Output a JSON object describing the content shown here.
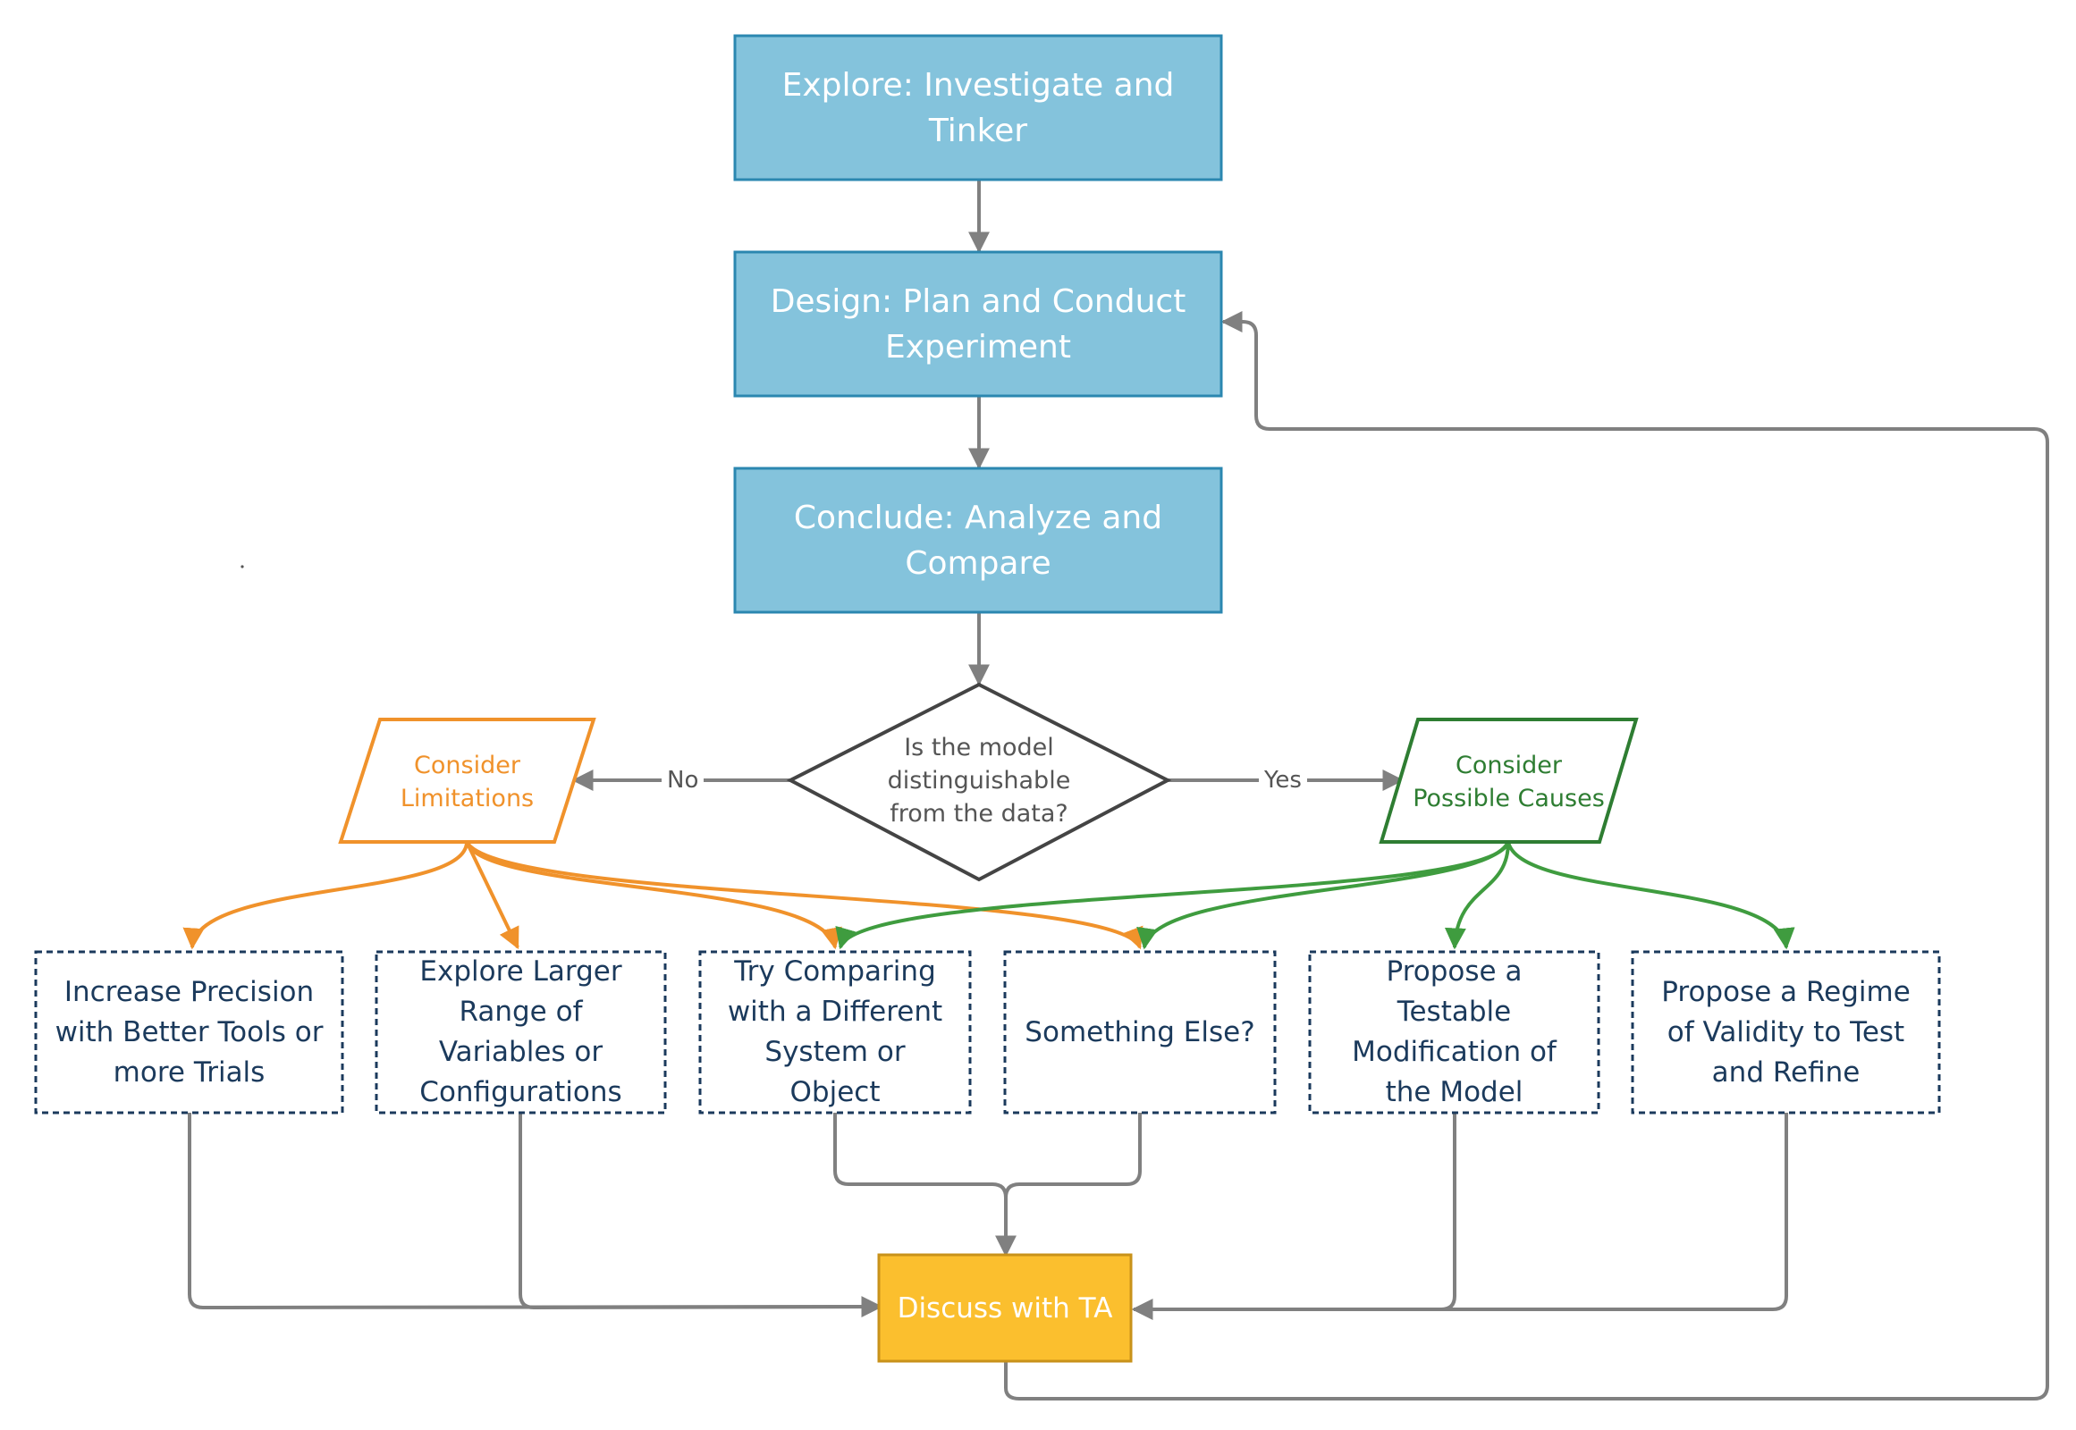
{
  "colors": {
    "primary_fill": "#84c3dc",
    "primary_stroke": "#2b87b0",
    "edge": "#808080",
    "decision_stroke": "#444444",
    "limitations": "#f0922b",
    "causes": "#3f9c3f",
    "causes_text": "#2e7d32",
    "option_stroke": "#1b3a5c",
    "discuss_fill": "#fbbf2e",
    "discuss_stroke": "#c8921a"
  },
  "steps": {
    "explore": "Explore: Investigate and Tinker",
    "design": "Design: Plan and Conduct Experiment",
    "conclude": "Conclude: Analyze and Compare"
  },
  "decision": {
    "text": "Is the model distinguishable from the data?",
    "no_label": "No",
    "yes_label": "Yes"
  },
  "branches": {
    "limitations": "Consider Limitations",
    "causes": "Consider Possible Causes"
  },
  "options": {
    "precision": "Increase Precision with Better Tools or more Trials",
    "range": "Explore Larger Range of Variables or Configurations",
    "compare": "Try Comparing with a Different System or Object",
    "else": "Something Else?",
    "modification": "Propose a Testable Modification of the Model",
    "regime": "Propose a Regime of Validity to Test and Refine"
  },
  "discuss": "Discuss with TA"
}
